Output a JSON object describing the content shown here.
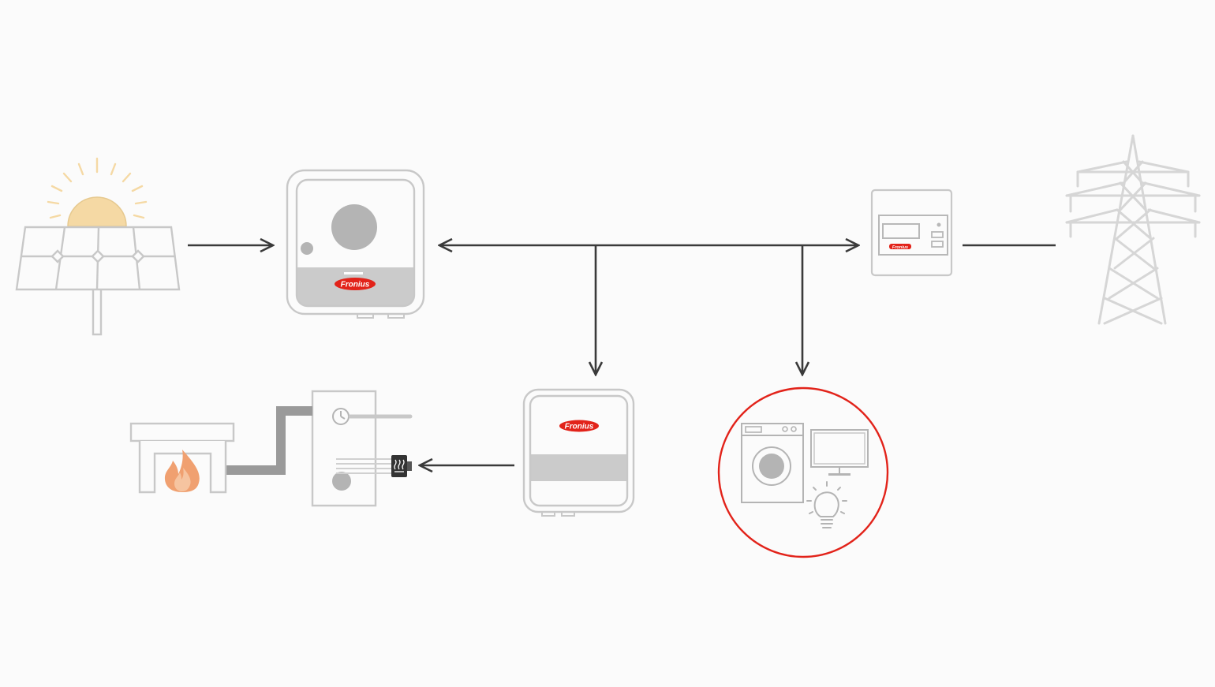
{
  "diagram": {
    "nodes": [
      {
        "id": "solar",
        "icon": "solar-panel-with-sun-icon"
      },
      {
        "id": "inverter",
        "icon": "inverter-icon",
        "brand": "Fronius"
      },
      {
        "id": "meter",
        "icon": "smart-meter-icon",
        "brand": "Fronius"
      },
      {
        "id": "grid",
        "icon": "power-pylon-icon"
      },
      {
        "id": "heat-controller",
        "icon": "heating-controller-icon",
        "brand": "Fronius"
      },
      {
        "id": "water-heater",
        "icon": "water-heater-icon"
      },
      {
        "id": "fireplace",
        "icon": "fireplace-icon"
      },
      {
        "id": "household",
        "icon": "household-appliances-icon"
      }
    ],
    "edges": [
      {
        "from": "solar",
        "to": "inverter",
        "direction": "one-way"
      },
      {
        "from": "inverter",
        "to": "meter",
        "direction": "two-way"
      },
      {
        "from": "meter",
        "to": "grid",
        "direction": "none"
      },
      {
        "from": "inverter",
        "to": "heat-controller",
        "direction": "one-way"
      },
      {
        "from": "inverter",
        "to": "household",
        "direction": "one-way"
      },
      {
        "from": "heat-controller",
        "to": "water-heater",
        "direction": "one-way"
      },
      {
        "from": "water-heater",
        "to": "fireplace",
        "direction": "none"
      }
    ],
    "colors": {
      "sun": "#f5d9a4",
      "accent": "#e2231a",
      "outline": "#c8c8c8",
      "line": "#3a3a3a",
      "flame": "#f0a070"
    }
  }
}
